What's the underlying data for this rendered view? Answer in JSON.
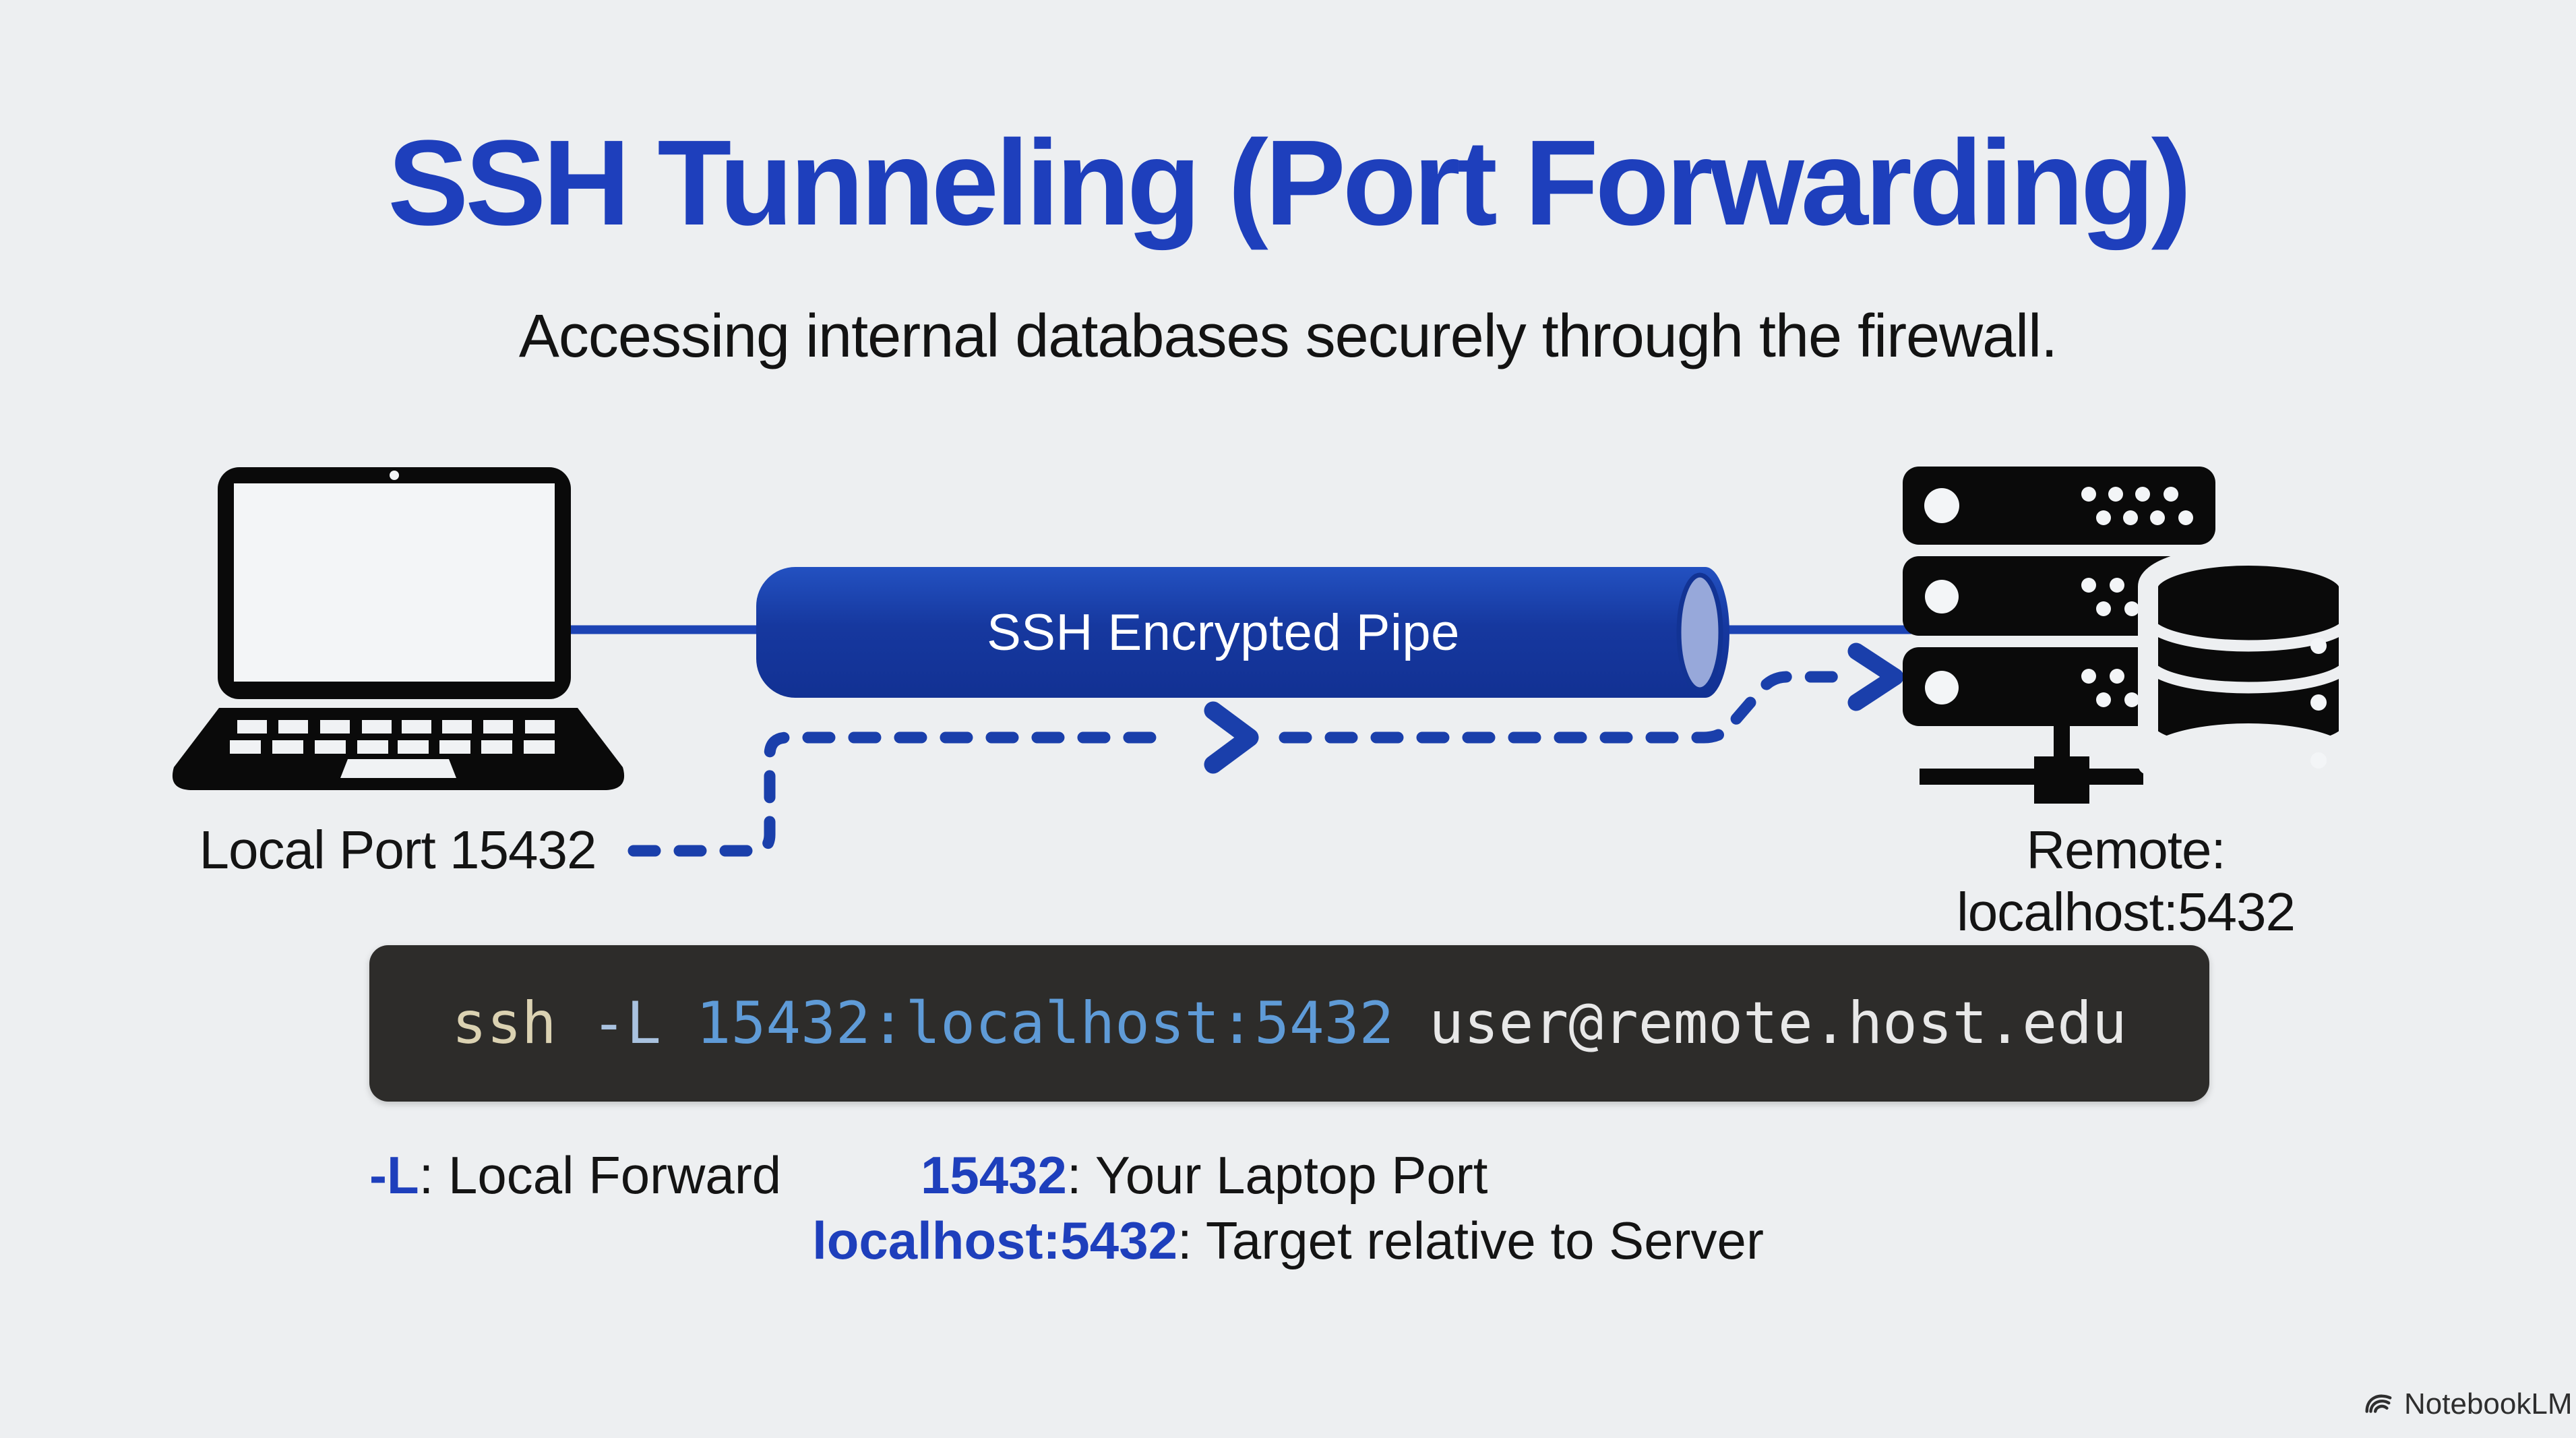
{
  "title": "SSH Tunneling (Port Forwarding)",
  "subtitle": "Accessing internal databases securely through the firewall.",
  "diagram": {
    "local_label": "Local Port 15432",
    "pipe_label": "SSH Encrypted Pipe",
    "remote_label": "Remote: localhost:5432"
  },
  "terminal": {
    "command": "ssh",
    "flag": "-L",
    "forward_spec": "15432:localhost:5432",
    "destination": "user@remote.host.edu"
  },
  "legend": {
    "items": [
      {
        "key": "-L",
        "desc": ": Local Forward"
      },
      {
        "key": "15432",
        "desc": ": Your Laptop Port"
      },
      {
        "key": "localhost:5432",
        "desc": ": Target relative to Server"
      }
    ]
  },
  "watermark": "NotebookLM",
  "colors": {
    "background": "#edeff1",
    "accent_blue": "#1e3fbc",
    "pipe_blue": "#16389f",
    "pipe_cap": "#97a8da",
    "connector_blue": "#1a3fab",
    "icon_black": "#0a0a0a",
    "terminal_bg": "#2d2c2a",
    "terminal_cmd": "#dbd2b2",
    "terminal_flag": "#a9c2df",
    "terminal_spec": "#5f9bd7",
    "terminal_host": "#e8e8e8"
  }
}
